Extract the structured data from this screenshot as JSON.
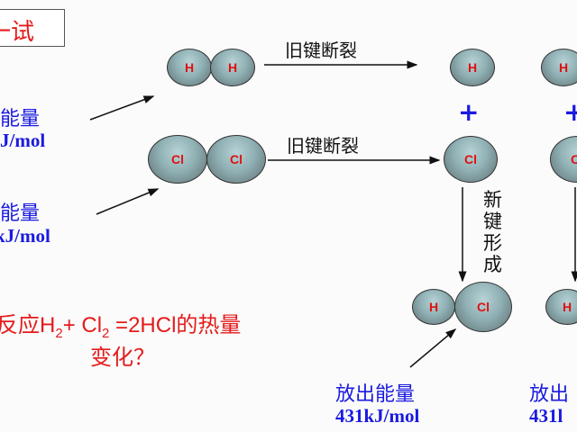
{
  "title": "一试",
  "left": {
    "energy1_label": "能量",
    "energy1_value": "J/mol",
    "energy2_label": "能量",
    "energy2_value": "kJ/mol"
  },
  "atoms": {
    "h": "H",
    "cl": "Cl"
  },
  "arrows": {
    "break1": "旧键断裂",
    "break2": "旧键断裂",
    "form": [
      "新",
      "键",
      "形",
      "成"
    ]
  },
  "plus": "+",
  "question": {
    "line1_pre": "反应H",
    "sub1": "2",
    "mid": "+ Cl",
    "sub2": "2",
    "line1_post": " =2HCl的热量",
    "line2": "变化？"
  },
  "release": {
    "label": "放出能量",
    "value": "431kJ/mol",
    "label2": "放出",
    "value2": "431l"
  }
}
